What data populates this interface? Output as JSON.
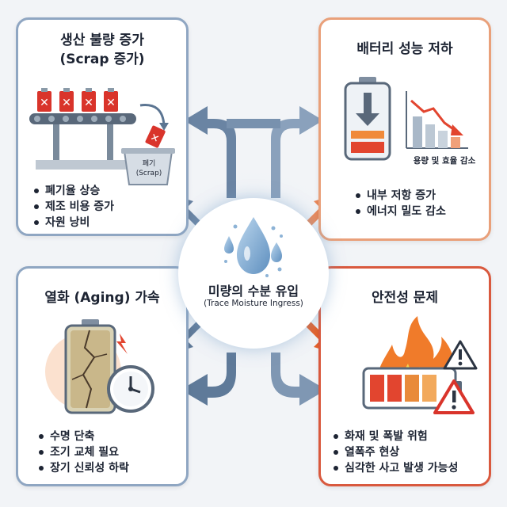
{
  "center": {
    "title": "미량의 수분 유입",
    "subtitle": "(Trace Moisture Ingress)"
  },
  "scrap": {
    "title_line1": "생산 불량 증가",
    "title_line2": "(Scrap 증가)",
    "bin_label_1": "폐기",
    "bin_label_2": "(Scrap)",
    "bullets": [
      "폐기율 상승",
      "제조 비용 증가",
      "자원 낭비"
    ]
  },
  "battery": {
    "title": "배터리 성능 저하",
    "chart_caption": "용량 및 효율 감소",
    "bullets": [
      "내부 저항 증가",
      "에너지 밀도 감소"
    ]
  },
  "aging": {
    "title": "열화 (Aging) 가속",
    "bullets": [
      "수명 단축",
      "조기 교체 필요",
      "장기 신뢰성 하락"
    ]
  },
  "safety": {
    "title": "안전성 문제",
    "bullets": [
      "화재 및 폭발 위험",
      "열폭주 현상",
      "심각한 사고 발생 가능성"
    ]
  },
  "colors": {
    "blue_border": "#8fa6c2",
    "orange_border": "#e9a07a",
    "red_border": "#d9593e",
    "arrow_blue": "#5b7592",
    "arrow_orange": "#e8733f"
  },
  "icons": [
    "water-drop-icon",
    "conveyor-icon",
    "scrap-bin-icon",
    "battery-low-icon",
    "declining-bar-chart-icon",
    "cracked-battery-icon",
    "clock-icon",
    "fire-icon",
    "warning-icon"
  ]
}
